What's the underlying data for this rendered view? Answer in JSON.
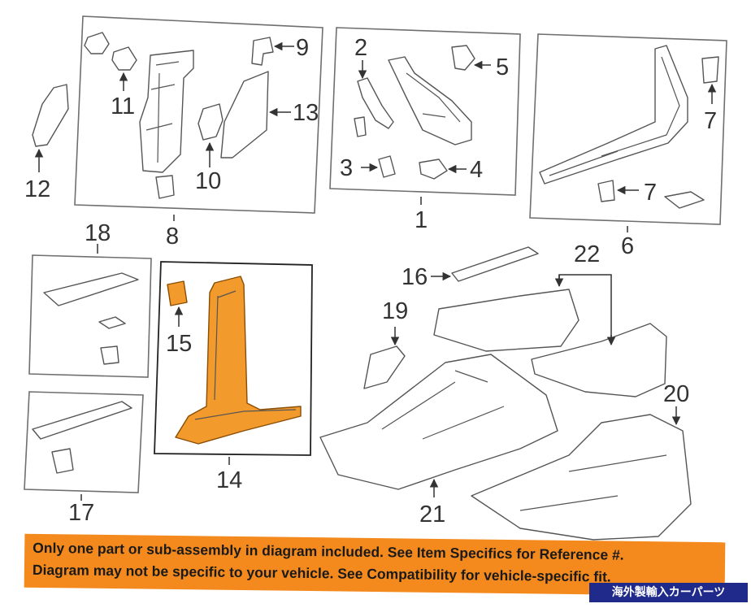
{
  "callouts": {
    "n1": "1",
    "n2": "2",
    "n3": "3",
    "n4": "4",
    "n5": "5",
    "n6": "6",
    "n7a": "7",
    "n7b": "7",
    "n8": "8",
    "n9": "9",
    "n10": "10",
    "n11": "11",
    "n12": "12",
    "n13": "13",
    "n14": "14",
    "n15": "15",
    "n16": "16",
    "n17": "17",
    "n18": "18",
    "n19": "19",
    "n20": "20",
    "n21": "21",
    "n22": "22"
  },
  "highlight_color": "#f39a2c",
  "banner": {
    "line1": "Only one part or sub-assembly in diagram included. See Item Specifics for Reference #.",
    "line2": "Diagram may not be specific to your vehicle. See Compatibility for vehicle-specific fit.",
    "color": "#f48a1d"
  },
  "badge": {
    "text": "海外製輸入カーパーツ",
    "color": "#1f2a8a"
  }
}
